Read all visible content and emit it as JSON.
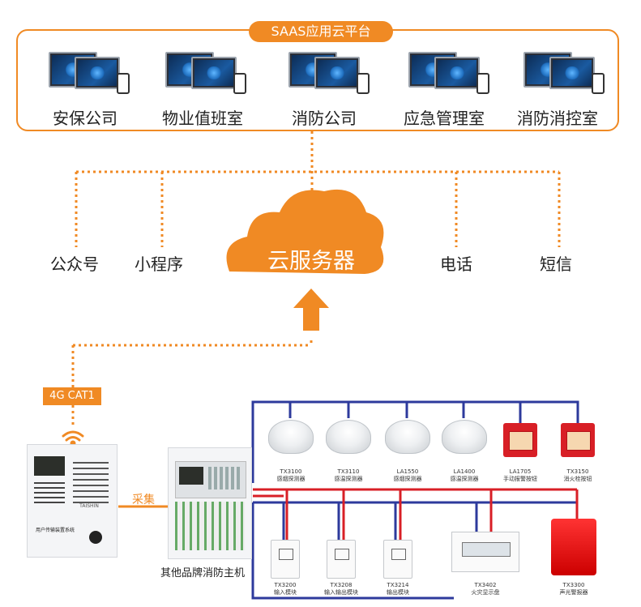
{
  "saas": {
    "title": "SAAS应用云平台",
    "clients": [
      "安保公司",
      "物业值班室",
      "消防公司",
      "应急管理室",
      "消防消控室"
    ]
  },
  "channels": [
    "公众号",
    "小程序",
    "电话",
    "短信"
  ],
  "cloud": {
    "label": "云服务器"
  },
  "network": {
    "tag": "4G CAT1"
  },
  "collect": {
    "label": "采集"
  },
  "transmitter": {
    "brand": "TAISHIN",
    "caption": "用户传输装置系统"
  },
  "fire_panel": {
    "caption": "其他品牌消防主机"
  },
  "detectors": [
    {
      "code": "TX3100",
      "name": "感烟探测器",
      "kind": "detector"
    },
    {
      "code": "TX3110",
      "name": "感温探测器",
      "kind": "detector"
    },
    {
      "code": "LA1550",
      "name": "感烟探测器",
      "kind": "detector"
    },
    {
      "code": "LA1400",
      "name": "感温探测器",
      "kind": "detector"
    },
    {
      "code": "LA1705",
      "name": "手动报警按钮",
      "kind": "callpoint"
    },
    {
      "code": "TX3150",
      "name": "消火栓按钮",
      "kind": "callpoint"
    }
  ],
  "modules": [
    {
      "code": "TX3200",
      "name": "输入模块"
    },
    {
      "code": "TX3208",
      "name": "输入输出模块"
    },
    {
      "code": "TX3214",
      "name": "输出模块"
    },
    {
      "code": "TX3402",
      "name": "火灾显示盘"
    },
    {
      "code": "TX3300",
      "name": "声光警报器"
    }
  ],
  "colors": {
    "accent": "#f08a24",
    "bus_blue": "#2d3a9c",
    "bus_red": "#d81f26"
  },
  "icons": [
    "monitor-icon",
    "phone-icon",
    "cloud-icon",
    "up-arrow-icon",
    "wifi-icon"
  ]
}
